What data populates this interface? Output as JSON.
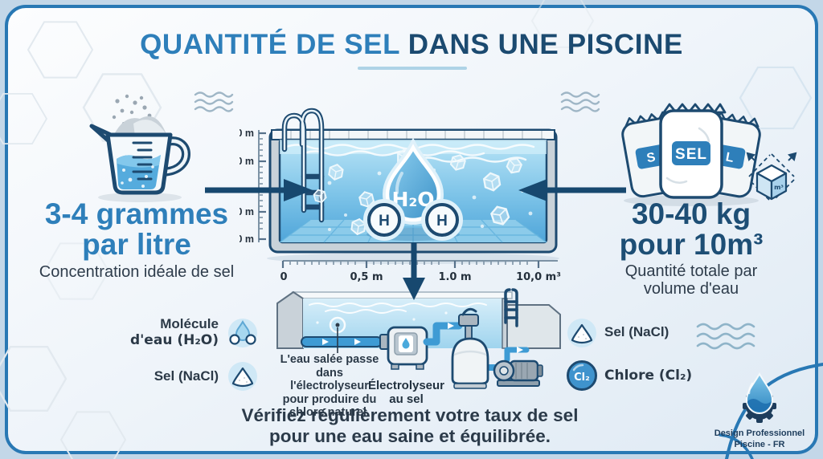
{
  "header": {
    "title_accent": "QUANTITÉ DE SEL",
    "title_rest": " DANS UNE PISCINE"
  },
  "left_panel": {
    "headline_line1": "3-4 grammes",
    "headline_line2": "par litre",
    "caption": "Concentration idéale de sel"
  },
  "pool": {
    "molecule": "H₂O",
    "atom_left": "H",
    "atom_right": "H",
    "depth_ticks": [
      "0 m",
      "0 m",
      "0 m",
      "0 m"
    ],
    "width_ticks": [
      "0",
      "0,5 m",
      "1.0 m",
      "10,0 m³"
    ]
  },
  "right_panel": {
    "bag_left": "S",
    "bag_center": "SEL",
    "bag_right": "L",
    "cube_unit": "m³",
    "headline_line1": "30-40 kg",
    "headline_line2": "pour 10m³",
    "caption_line1": "Quantité totale par",
    "caption_line2": "volume d'eau"
  },
  "legend_left": {
    "molecule_label_line1": "Molécule",
    "molecule_label_line2": "d'eau (H₂O)",
    "salt_label": "Sel (NaCl)"
  },
  "legend_right": {
    "salt_label": "Sel (NaCl)",
    "chlorine_label": "Chlore (Cl₂)",
    "chlorine_symbol": "Cl₂"
  },
  "process": {
    "callout_line1": "L'eau salée passe",
    "callout_line2": "dans l'électrolyseur",
    "callout_line3": "pour produire du",
    "callout_line4": "chlore naturel.",
    "device_line1": "Électrolyseur",
    "device_line2": "au sel"
  },
  "footer": {
    "line1": "Vérifiez régulièrement votre taux de sel",
    "line2": "pour une eau saine et équilibrée."
  },
  "badge": {
    "line1": "Design Professionnel",
    "line2": "Piscine - FR"
  },
  "colors": {
    "accent_blue": "#2e7fba",
    "navy": "#1b4a70",
    "underline": "#aed3e6",
    "water_blue": "#5aaede",
    "pipe_blue": "#3e9bd4"
  }
}
